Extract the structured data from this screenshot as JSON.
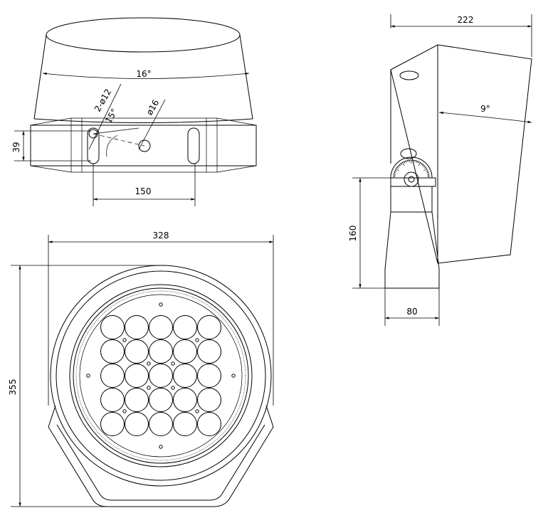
{
  "dimensions": {
    "width_top": "222",
    "height_left": "160",
    "base_width": "80",
    "tilt_angle": "9°",
    "beam_angle": "16°",
    "slot_spacing": "150",
    "slot_height": "39",
    "slot_holes": "2-ø12",
    "slot_angle": "15°",
    "center_hole": "ø16",
    "front_width": "328",
    "front_height": "355"
  },
  "led_array": {
    "rows": 5,
    "cols": 5
  }
}
